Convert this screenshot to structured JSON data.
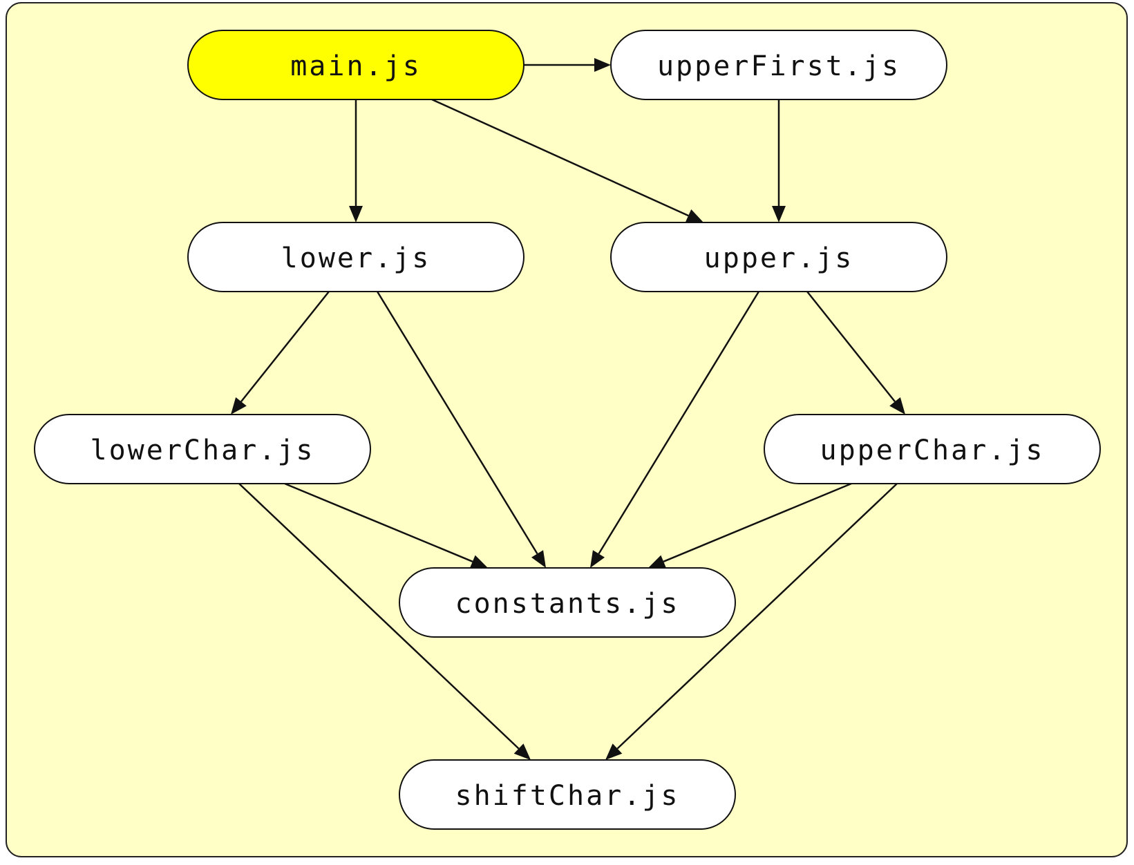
{
  "diagram": {
    "nodes": [
      {
        "id": "main",
        "label": "main.js",
        "highlighted": true
      },
      {
        "id": "upperFirst",
        "label": "upperFirst.js"
      },
      {
        "id": "lower",
        "label": "lower.js"
      },
      {
        "id": "upper",
        "label": "upper.js"
      },
      {
        "id": "lowerChar",
        "label": "lowerChar.js"
      },
      {
        "id": "upperChar",
        "label": "upperChar.js"
      },
      {
        "id": "constants",
        "label": "constants.js"
      },
      {
        "id": "shiftChar",
        "label": "shiftChar.js"
      }
    ],
    "edges": [
      {
        "from": "main",
        "to": "upperFirst"
      },
      {
        "from": "main",
        "to": "lower"
      },
      {
        "from": "main",
        "to": "upper"
      },
      {
        "from": "upperFirst",
        "to": "upper"
      },
      {
        "from": "lower",
        "to": "lowerChar"
      },
      {
        "from": "lower",
        "to": "constants"
      },
      {
        "from": "upper",
        "to": "constants"
      },
      {
        "from": "upper",
        "to": "upperChar"
      },
      {
        "from": "lowerChar",
        "to": "constants"
      },
      {
        "from": "lowerChar",
        "to": "shiftChar"
      },
      {
        "from": "upperChar",
        "to": "constants"
      },
      {
        "from": "upperChar",
        "to": "shiftChar"
      }
    ]
  },
  "colors": {
    "background": "#ffffc6",
    "node_fill": "#ffffff",
    "highlight_fill": "#ffff00",
    "stroke": "#111111"
  }
}
